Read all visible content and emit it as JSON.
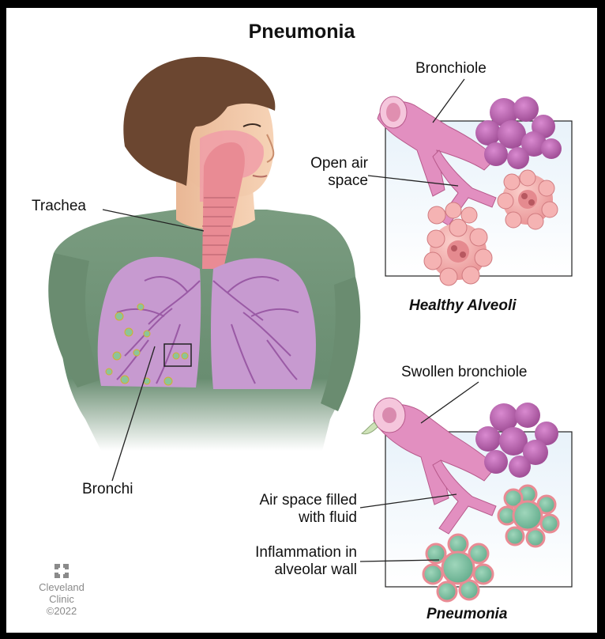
{
  "title": "Pneumonia",
  "labels": {
    "trachea": "Trachea",
    "bronchi": "Bronchi",
    "bronchiole": "Bronchiole",
    "open_air_space": [
      "Open air",
      "space"
    ],
    "swollen_bronchiole": "Swollen bronchiole",
    "air_space_fluid": [
      "Air space filled",
      "with fluid"
    ],
    "inflammation": [
      "Inflammation in",
      "alveolar wall"
    ]
  },
  "captions": {
    "healthy": "Healthy Alveoli",
    "pneumonia": "Pneumonia"
  },
  "logo": {
    "icon": "cleveland-clinic-logo-icon",
    "line1": "Cleveland",
    "line2": "Clinic",
    "copyright": "©2022"
  },
  "colors": {
    "lung": "#c79ad0",
    "lung_dark": "#a76db4",
    "bronchiole": "#e28fc0",
    "alveoli_healthy": "#b85aa8",
    "alveoli_pink": "#f2a7a7",
    "fluid": "#7fc2a6",
    "shirt": "#6e9276",
    "skin": "#f2c9a8",
    "hair": "#6b4630",
    "trachea": "#e98b94"
  }
}
